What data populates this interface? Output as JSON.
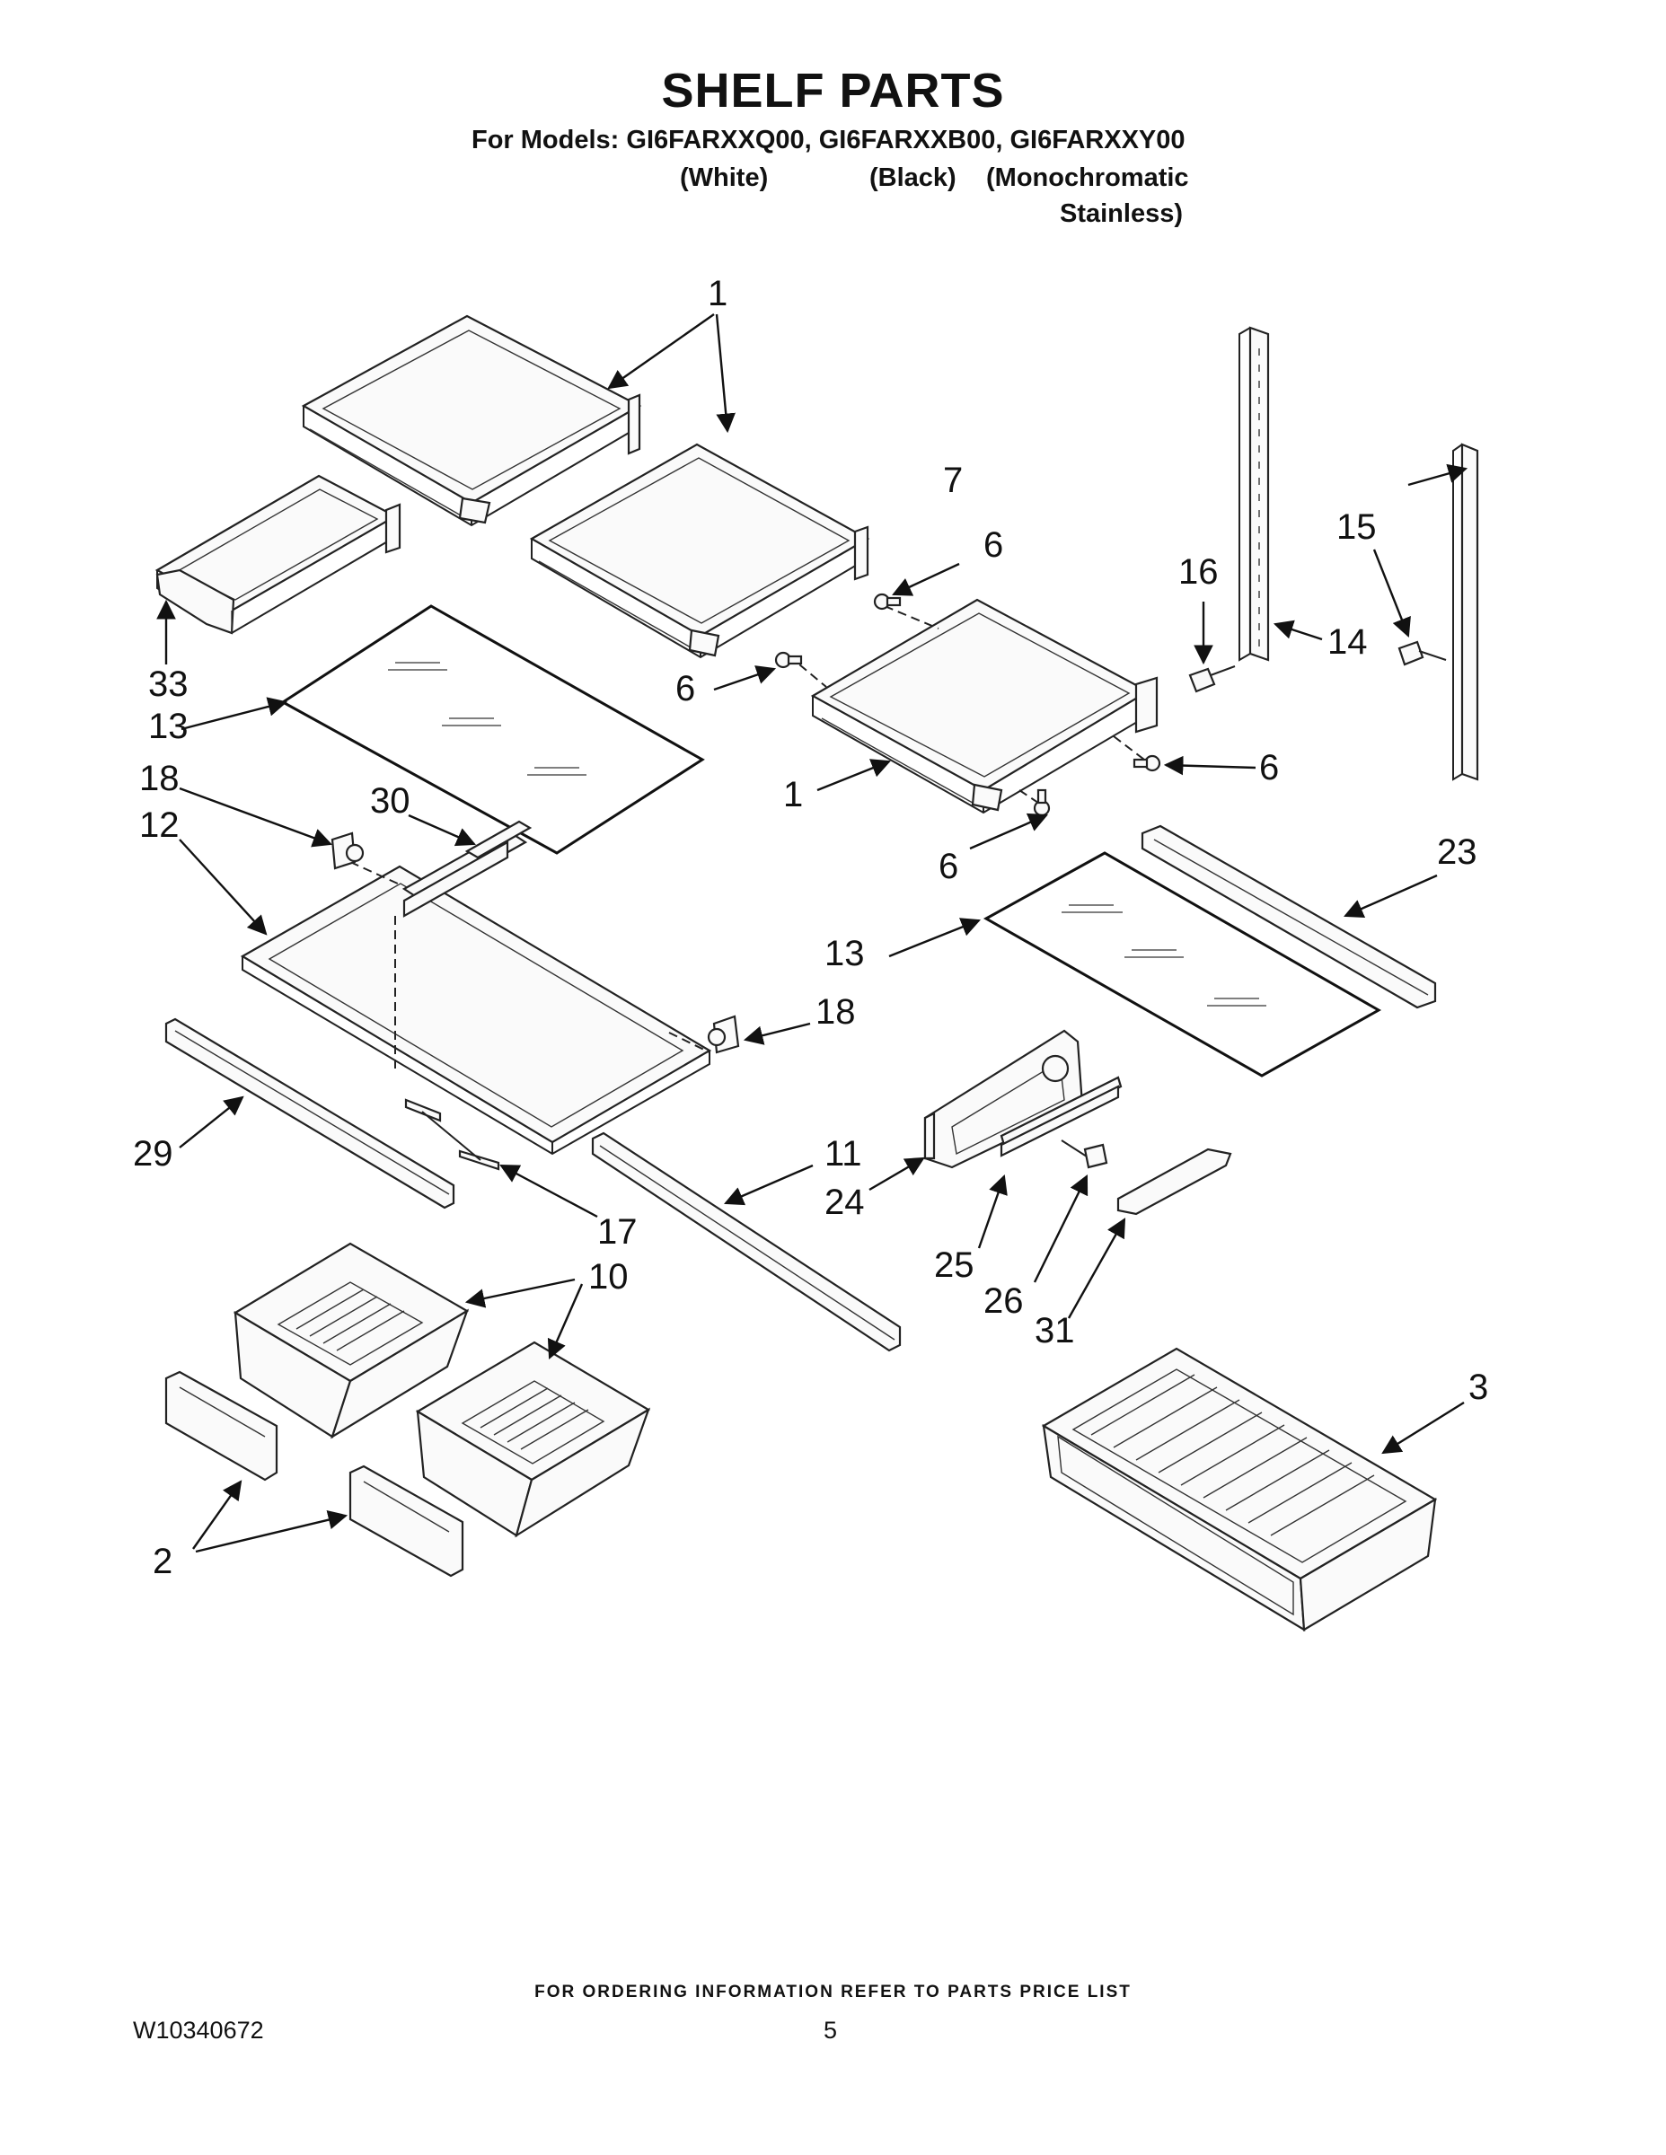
{
  "header": {
    "title": "SHELF PARTS",
    "models_line": "For Models: GI6FARXXQ00, GI6FARXXB00, GI6FARXXY00",
    "variant_white": "(White)",
    "variant_black": "(Black)",
    "variant_mono_1": "(Monochromatic",
    "variant_mono_2": "Stainless)"
  },
  "callouts": {
    "c1_top": "1",
    "c1_mid": "1",
    "c2": "2",
    "c3": "3",
    "c6_a": "6",
    "c6_b": "6",
    "c6_c": "6",
    "c6_d": "6",
    "c7": "7",
    "c10": "10",
    "c11": "11",
    "c12": "12",
    "c13_a": "13",
    "c13_b": "13",
    "c14": "14",
    "c15": "15",
    "c16": "16",
    "c17": "17",
    "c18_a": "18",
    "c18_b": "18",
    "c23": "23",
    "c24": "24",
    "c25": "25",
    "c26": "26",
    "c29": "29",
    "c30": "30",
    "c31": "31",
    "c33": "33"
  },
  "footer": {
    "ordering_note": "FOR ORDERING INFORMATION REFER TO PARTS PRICE LIST",
    "doc_number": "W10340672",
    "page_number": "5"
  }
}
